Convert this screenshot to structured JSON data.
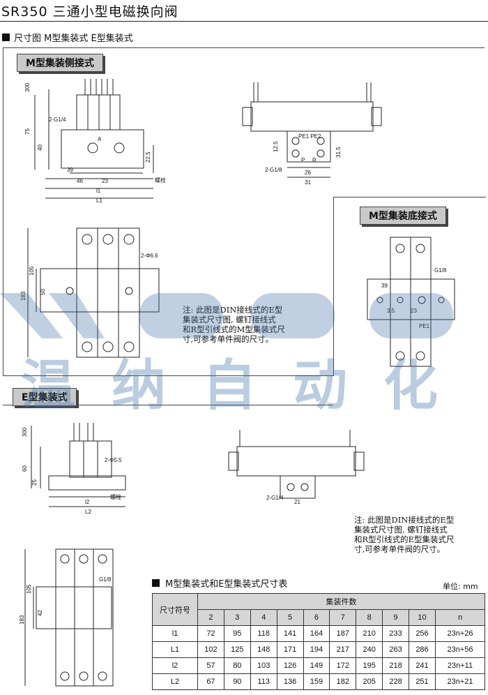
{
  "page": {
    "title": "SR350 三通小型电磁换向阀",
    "section_heading": "尺寸图 M型集装式 E型集装式"
  },
  "tags": {
    "m_side": "M型集装侧接式",
    "m_bottom": "M型集装底接式",
    "e_type": "E型集装式"
  },
  "notes": {
    "m_note": "注: 此图是DIN接线式的E型\n集装式尺寸图, 螺钉接线式\n和R型引线式的M型集装式尺\n寸,可参考单件阀的尺寸。",
    "e_note": "注: 此图是DIN接线式的E型\n集装式尺寸图, 螺钉接线式\n和R型引线式的E型集装式尺\n寸,可参考单件阀的尺寸。"
  },
  "drawing_labels": {
    "d300": "300",
    "d75": "75",
    "d40": "40",
    "d22_5": "22.5",
    "d39": "39",
    "d46": "46",
    "d23": "23",
    "l1_lower": "l1",
    "L1": "L1",
    "port_g14": "2-G1/4",
    "port_a": "A",
    "screw": "螺栓",
    "pe1_pe2": "PE1  PE2",
    "d12_5": "12.5",
    "d31_5": "31.5",
    "d26": "26",
    "d31": "31",
    "port_g18": "2-G1/8",
    "port_p": "P",
    "port_r": "R",
    "phi66": "2-Φ6.6",
    "d183": "183",
    "d105": "105",
    "d50": "50",
    "g18": "G1/8",
    "d3_5": "3.5",
    "d23b": "23",
    "pe1": "PE1",
    "phi55": "2-Φ5.5",
    "d60": "60",
    "d25": "25",
    "l2_lower": "l2",
    "L2": "L2",
    "d21": "21",
    "d42": "42",
    "d183b": "183",
    "d105b": "105"
  },
  "watermark": "温纳自动化",
  "table": {
    "title": "M型集装式和E型集装式尺寸表",
    "unit": "单位: mm",
    "row_header": "尺寸符号",
    "group_header": "集装件数",
    "columns": [
      "2",
      "3",
      "4",
      "5",
      "6",
      "7",
      "8",
      "9",
      "10",
      "n"
    ],
    "rows": [
      {
        "label": "l1",
        "values": [
          "72",
          "95",
          "118",
          "141",
          "164",
          "187",
          "210",
          "233",
          "256",
          "23n+26"
        ]
      },
      {
        "label": "L1",
        "values": [
          "102",
          "125",
          "148",
          "171",
          "194",
          "217",
          "240",
          "263",
          "286",
          "23n+56"
        ]
      },
      {
        "label": "l2",
        "values": [
          "57",
          "80",
          "103",
          "126",
          "149",
          "172",
          "195",
          "218",
          "241",
          "23n+11"
        ]
      },
      {
        "label": "L2",
        "values": [
          "67",
          "90",
          "113",
          "136",
          "159",
          "182",
          "205",
          "228",
          "251",
          "23n+21"
        ]
      }
    ]
  }
}
